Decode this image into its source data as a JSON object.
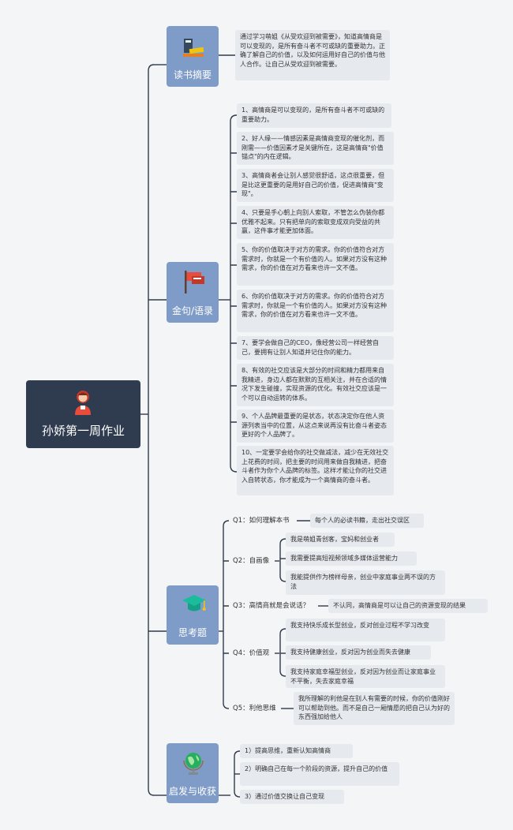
{
  "root": {
    "title": "孙娇第一周作业",
    "icon": "person-avatar-icon"
  },
  "topics": {
    "summary": {
      "title": "读书摘要",
      "icon": "books-icon",
      "text": "通过学习萌姐《从受欢迎到被需要》，知道高情商是可以变现的，是所有奋斗者不可或缺的重要助力。正确了解自己的价值，以及如何运用好自己的价值与他人合作。让自己从受欢迎到被需要。"
    },
    "quotes": {
      "title": "金句/语录",
      "icon": "flag-icon",
      "items": [
        "1、高情商是可以变现的，是所有奋斗者不可或缺的重要助力。",
        "2、好人缘——情感因素是高情商变现的催化剂，而刚需——价值因素才是关键所在，这是高情商\"价值锚点\"的内在逻辑。",
        "3、高情商者会让别人感觉很舒适，这点很重要，但是比这更重要的是用好自己的价值，促进高情商\"变现\"。",
        "4、只要是手心朝上向别人索取，不管怎么伪装你都优雅不起来。只有把单向的索取变成双向受益的共赢，这件事才能更加体面。",
        "5、你的价值取决于对方的需求。你的价值符合对方需求时，你就是一个有价值的人。如果对方没有这种需求，你的价值在对方看来也许一文不值。",
        "6、你的价值取决于对方的需求。你的价值符合对方需求时，你就是一个有价值的人。如果对方没有这种需求，你的价值在对方看来也许一文不值。",
        "7、要学会做自己的CEO，像经营公司一样经营自己，要拥有让别人知道并记住你的能力。",
        "8、有效的社交应该是大部分的时间和精力都用来自我精进，身边人都在默默的互相关注，并在合适的情况下发生碰撞，实现资源的优化。有效社交应该是一个可以自动运转的体系。",
        "9、个人品牌最重要的是状态，状态决定你在他人资源列表当中的位置，从这点来说再没有比奋斗者姿态更好的个人品牌了。",
        "10、一定要学会给你的社交做减法，减少在无效社交上花费的时间，把主要的时间用来做自我精进，把奋斗者作为你个人品牌的标签。这样才能让你的社交进入自转状态，你才能成为一个高情商的奋斗者。"
      ]
    },
    "thinking": {
      "title": "思考题",
      "icon": "graduation-cap-icon",
      "questions": [
        {
          "q": "Q1：如何理解本书",
          "answers": [
            "每个人的必读书籍，走出社交误区"
          ]
        },
        {
          "q": "Q2：自画像",
          "answers": [
            "我是萌姐青创客，宝妈和创业者",
            "我需要提高短视频领域多媒体运营能力",
            "我能提供作为榜样母亲，创业中家庭事业两不误的方法"
          ]
        },
        {
          "q": "Q3：高情商就是会说话？",
          "answers": [
            "不认同，高情商是可以让自己的资源变现的结果"
          ]
        },
        {
          "q": "Q4：价值观",
          "answers": [
            "我支持快乐成长型创业，反对创业过程不学习改变",
            "我支持健康创业，反对因为创业而失去健康",
            "我支持家庭幸福型创业，反对因为创业而让家庭事业不平衡，失去家庭幸福"
          ]
        },
        {
          "q": "Q5：利他思维",
          "answers": [
            "我所理解的利他是在别人有需要的时候，你的价值刚好可以帮助到他。而不是自己一厢情愿的把自己认为好的东西强加给他人"
          ]
        }
      ]
    },
    "gains": {
      "title": "启发与收获",
      "icon": "globe-icon",
      "items": [
        "1）提高思维，重新认知高情商",
        "2）明确自己在每一个阶段的资源，提升自己的价值",
        "3）通过价值交换让自己变现"
      ]
    }
  },
  "colors": {
    "root_bg": "#2f3b4e",
    "topic_bg": "#7f9cc8",
    "box_bg": "#e6e9ee",
    "line": "#2f3b4e"
  }
}
